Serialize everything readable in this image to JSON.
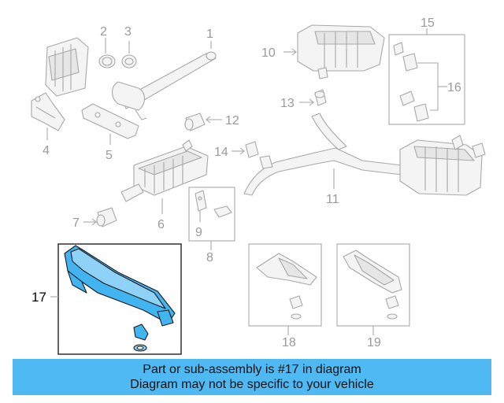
{
  "callouts": {
    "c1": "1",
    "c2": "2",
    "c3": "3",
    "c4": "4",
    "c5": "5",
    "c6": "6",
    "c7": "7",
    "c8": "8",
    "c9": "9",
    "c10": "10",
    "c11": "11",
    "c12": "12",
    "c13": "13",
    "c14": "14",
    "c15": "15",
    "c16": "16",
    "c17": "17",
    "c18": "18",
    "c19": "19"
  },
  "highlighted_part": "17",
  "colors": {
    "highlight": "#42b4f0",
    "banner": "#4fb9f3",
    "part_outline": "#a8a8a8",
    "callout_text": "#9a9a9a"
  },
  "banner": {
    "line1": "Part or sub-assembly is #17 in diagram",
    "line2": "Diagram may not be specific to your vehicle"
  }
}
